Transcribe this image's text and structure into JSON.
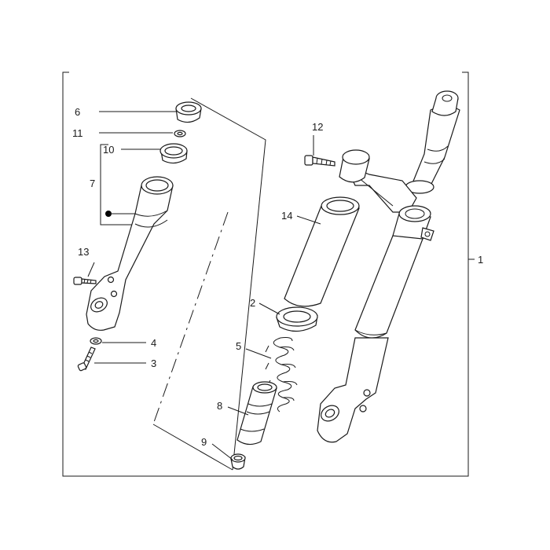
{
  "diagram": {
    "callouts": [
      {
        "id": "c1",
        "label": "1"
      },
      {
        "id": "c2",
        "label": "2"
      },
      {
        "id": "c3",
        "label": "3"
      },
      {
        "id": "c4",
        "label": "4"
      },
      {
        "id": "c5",
        "label": "5"
      },
      {
        "id": "c6",
        "label": "6"
      },
      {
        "id": "c7",
        "label": "7"
      },
      {
        "id": "c8",
        "label": "8"
      },
      {
        "id": "c9",
        "label": "9"
      },
      {
        "id": "c10",
        "label": "10"
      },
      {
        "id": "c11",
        "label": "11"
      },
      {
        "id": "c12",
        "label": "12"
      },
      {
        "id": "c13",
        "label": "13"
      },
      {
        "id": "c14",
        "label": "14"
      }
    ]
  }
}
